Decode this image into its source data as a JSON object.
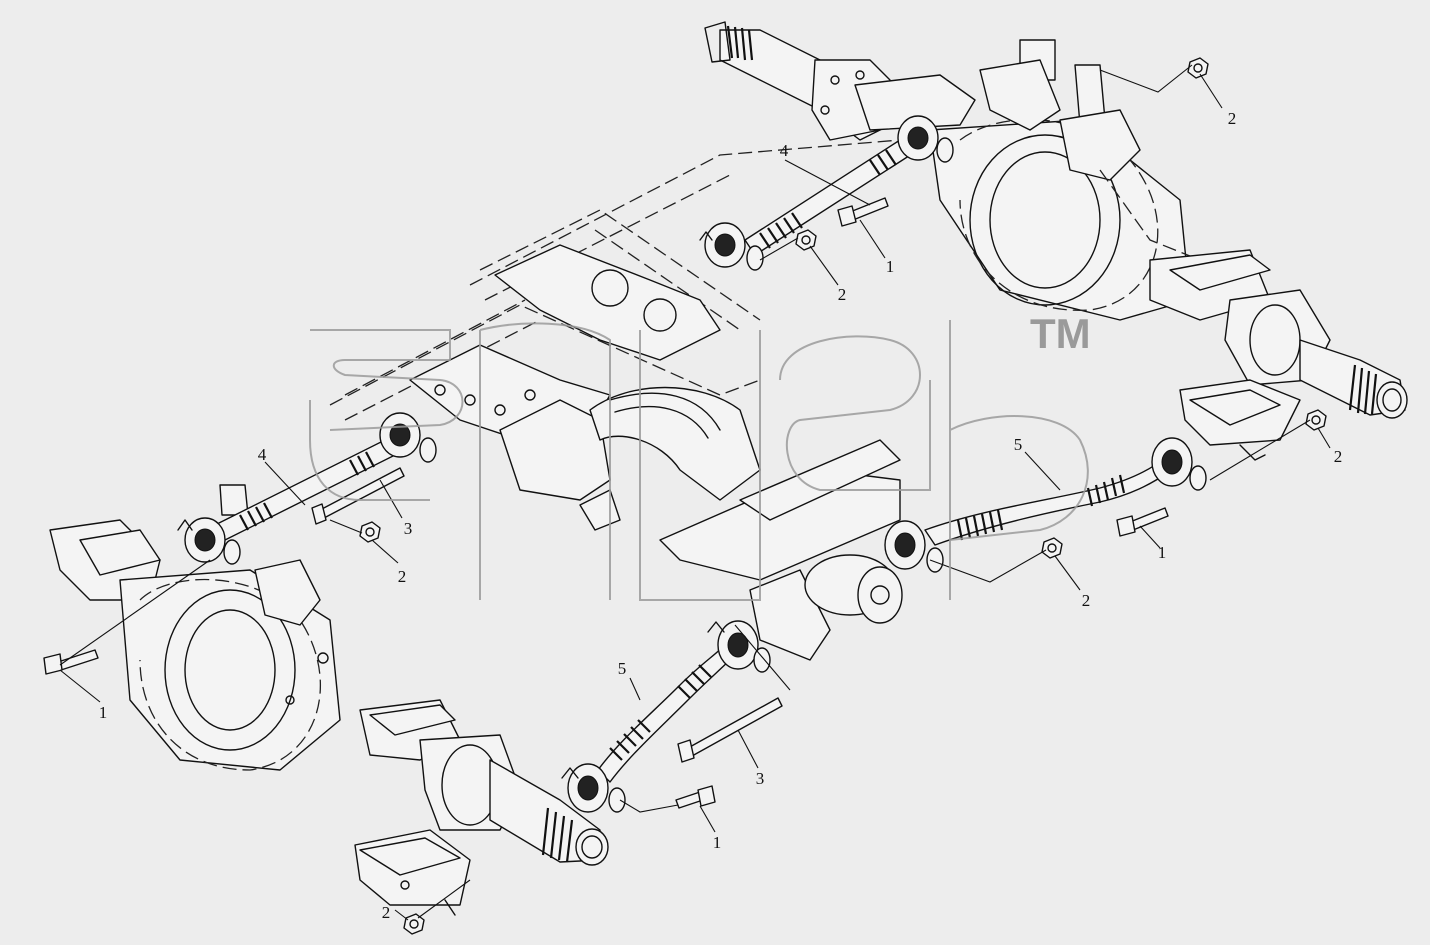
{
  "diagram": {
    "callouts": [
      {
        "id": "c-2-top-right",
        "label": "2"
      },
      {
        "id": "c-4-top",
        "label": "4"
      },
      {
        "id": "c-2-top-mid",
        "label": "2"
      },
      {
        "id": "c-1-top-mid",
        "label": "1"
      },
      {
        "id": "c-4-left",
        "label": "4"
      },
      {
        "id": "c-3-left",
        "label": "3"
      },
      {
        "id": "c-2-left",
        "label": "2"
      },
      {
        "id": "c-1-left",
        "label": "1"
      },
      {
        "id": "c-5-right",
        "label": "5"
      },
      {
        "id": "c-2-right",
        "label": "2"
      },
      {
        "id": "c-1-right",
        "label": "1"
      },
      {
        "id": "c-2-mid-right",
        "label": "2"
      },
      {
        "id": "c-5-bottom",
        "label": "5"
      },
      {
        "id": "c-3-bottom",
        "label": "3"
      },
      {
        "id": "c-1-bottom",
        "label": "1"
      },
      {
        "id": "c-2-bottom",
        "label": "2"
      }
    ],
    "watermark": {
      "trademark": "TM"
    }
  },
  "colors": {
    "background": "#ededed",
    "line": "#111111",
    "watermark": "#9a9a9a"
  }
}
